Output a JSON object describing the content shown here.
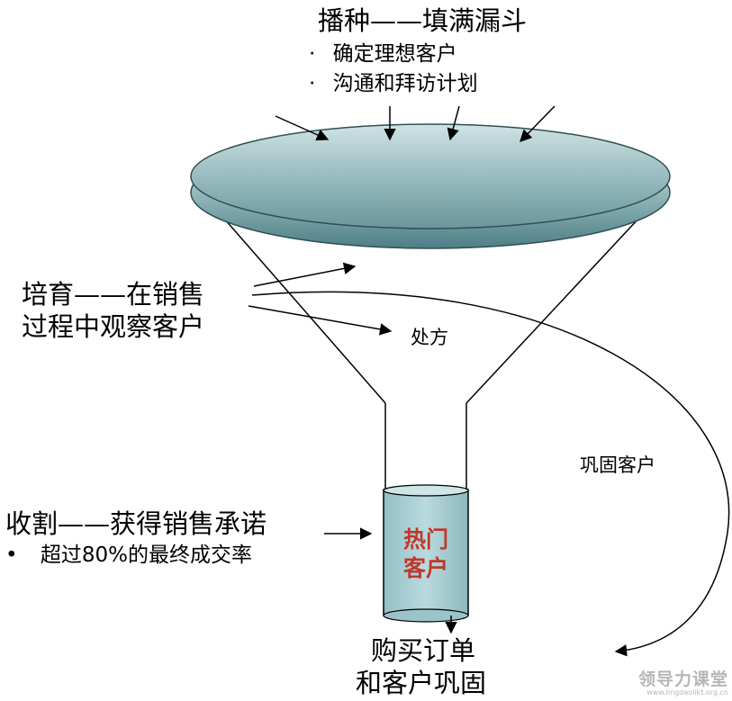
{
  "diagram": {
    "sowing": {
      "heading": "播种——填满漏斗",
      "bullets": [
        "确定理想客户",
        "沟通和拜访计划"
      ]
    },
    "nurturing": {
      "line1": "培育——在销售",
      "line2": "过程中观察客户"
    },
    "prescribe_label": "处方",
    "consolidate_label": "巩固客户",
    "harvest": {
      "heading": "收割——获得销售承诺",
      "bullet": "超过80%的最终成交率"
    },
    "hot_customer": {
      "line1": "热门",
      "line2": "客户"
    },
    "result": {
      "line1": "购买订单",
      "line2": "和客户巩固"
    },
    "bullet_glyph": "·",
    "bullet_glyph_harvest": "•"
  },
  "watermark": {
    "main": "领导力课堂",
    "sub": "www.lingdaolikt.org.cn"
  },
  "colors": {
    "funnel_rim": "#9cbfc1",
    "funnel_rim_dark": "#4e7f86",
    "funnel_rim_light": "#cfe3e4",
    "tube": "#a9cfd3",
    "hot_text": "#c0392b",
    "line": "#000000"
  }
}
